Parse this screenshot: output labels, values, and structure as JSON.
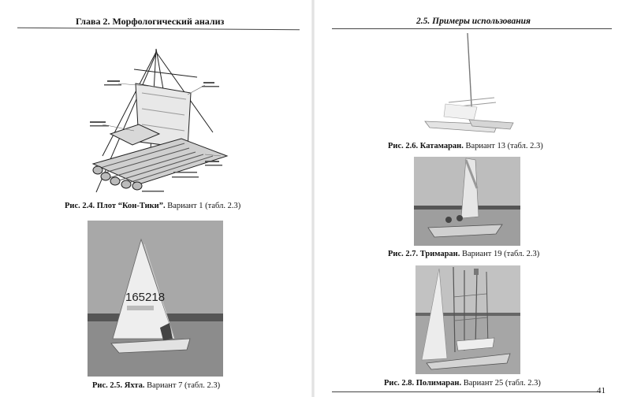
{
  "left_page": {
    "header": "Глава 2. Морфологический анализ",
    "fig_kontiki": {
      "caption_num": "Рис. 2.4.",
      "caption_title": "Плот “Кон-Тики”.",
      "caption_rest": "Вариант 1 (табл. 2.3)"
    },
    "fig_yacht": {
      "caption_num": "Рис. 2.5.",
      "caption_title": "Яхта.",
      "caption_rest": "Вариант 7 (табл. 2.3)",
      "sail_number": "165218"
    }
  },
  "right_page": {
    "header": "2.5. Примеры использования",
    "fig_catamaran": {
      "caption_num": "Рис. 2.6.",
      "caption_title": "Катамаран.",
      "caption_rest": "Вариант 13 (табл. 2.3)"
    },
    "fig_trimaran": {
      "caption_num": "Рис. 2.7.",
      "caption_title": "Тримаран.",
      "caption_rest": "Вариант 19 (табл. 2.3)"
    },
    "fig_polimaran": {
      "caption_num": "Рис. 2.8.",
      "caption_title": "Полимаран.",
      "caption_rest": "Вариант 25 (табл. 2.3)"
    },
    "page_number": "41"
  }
}
